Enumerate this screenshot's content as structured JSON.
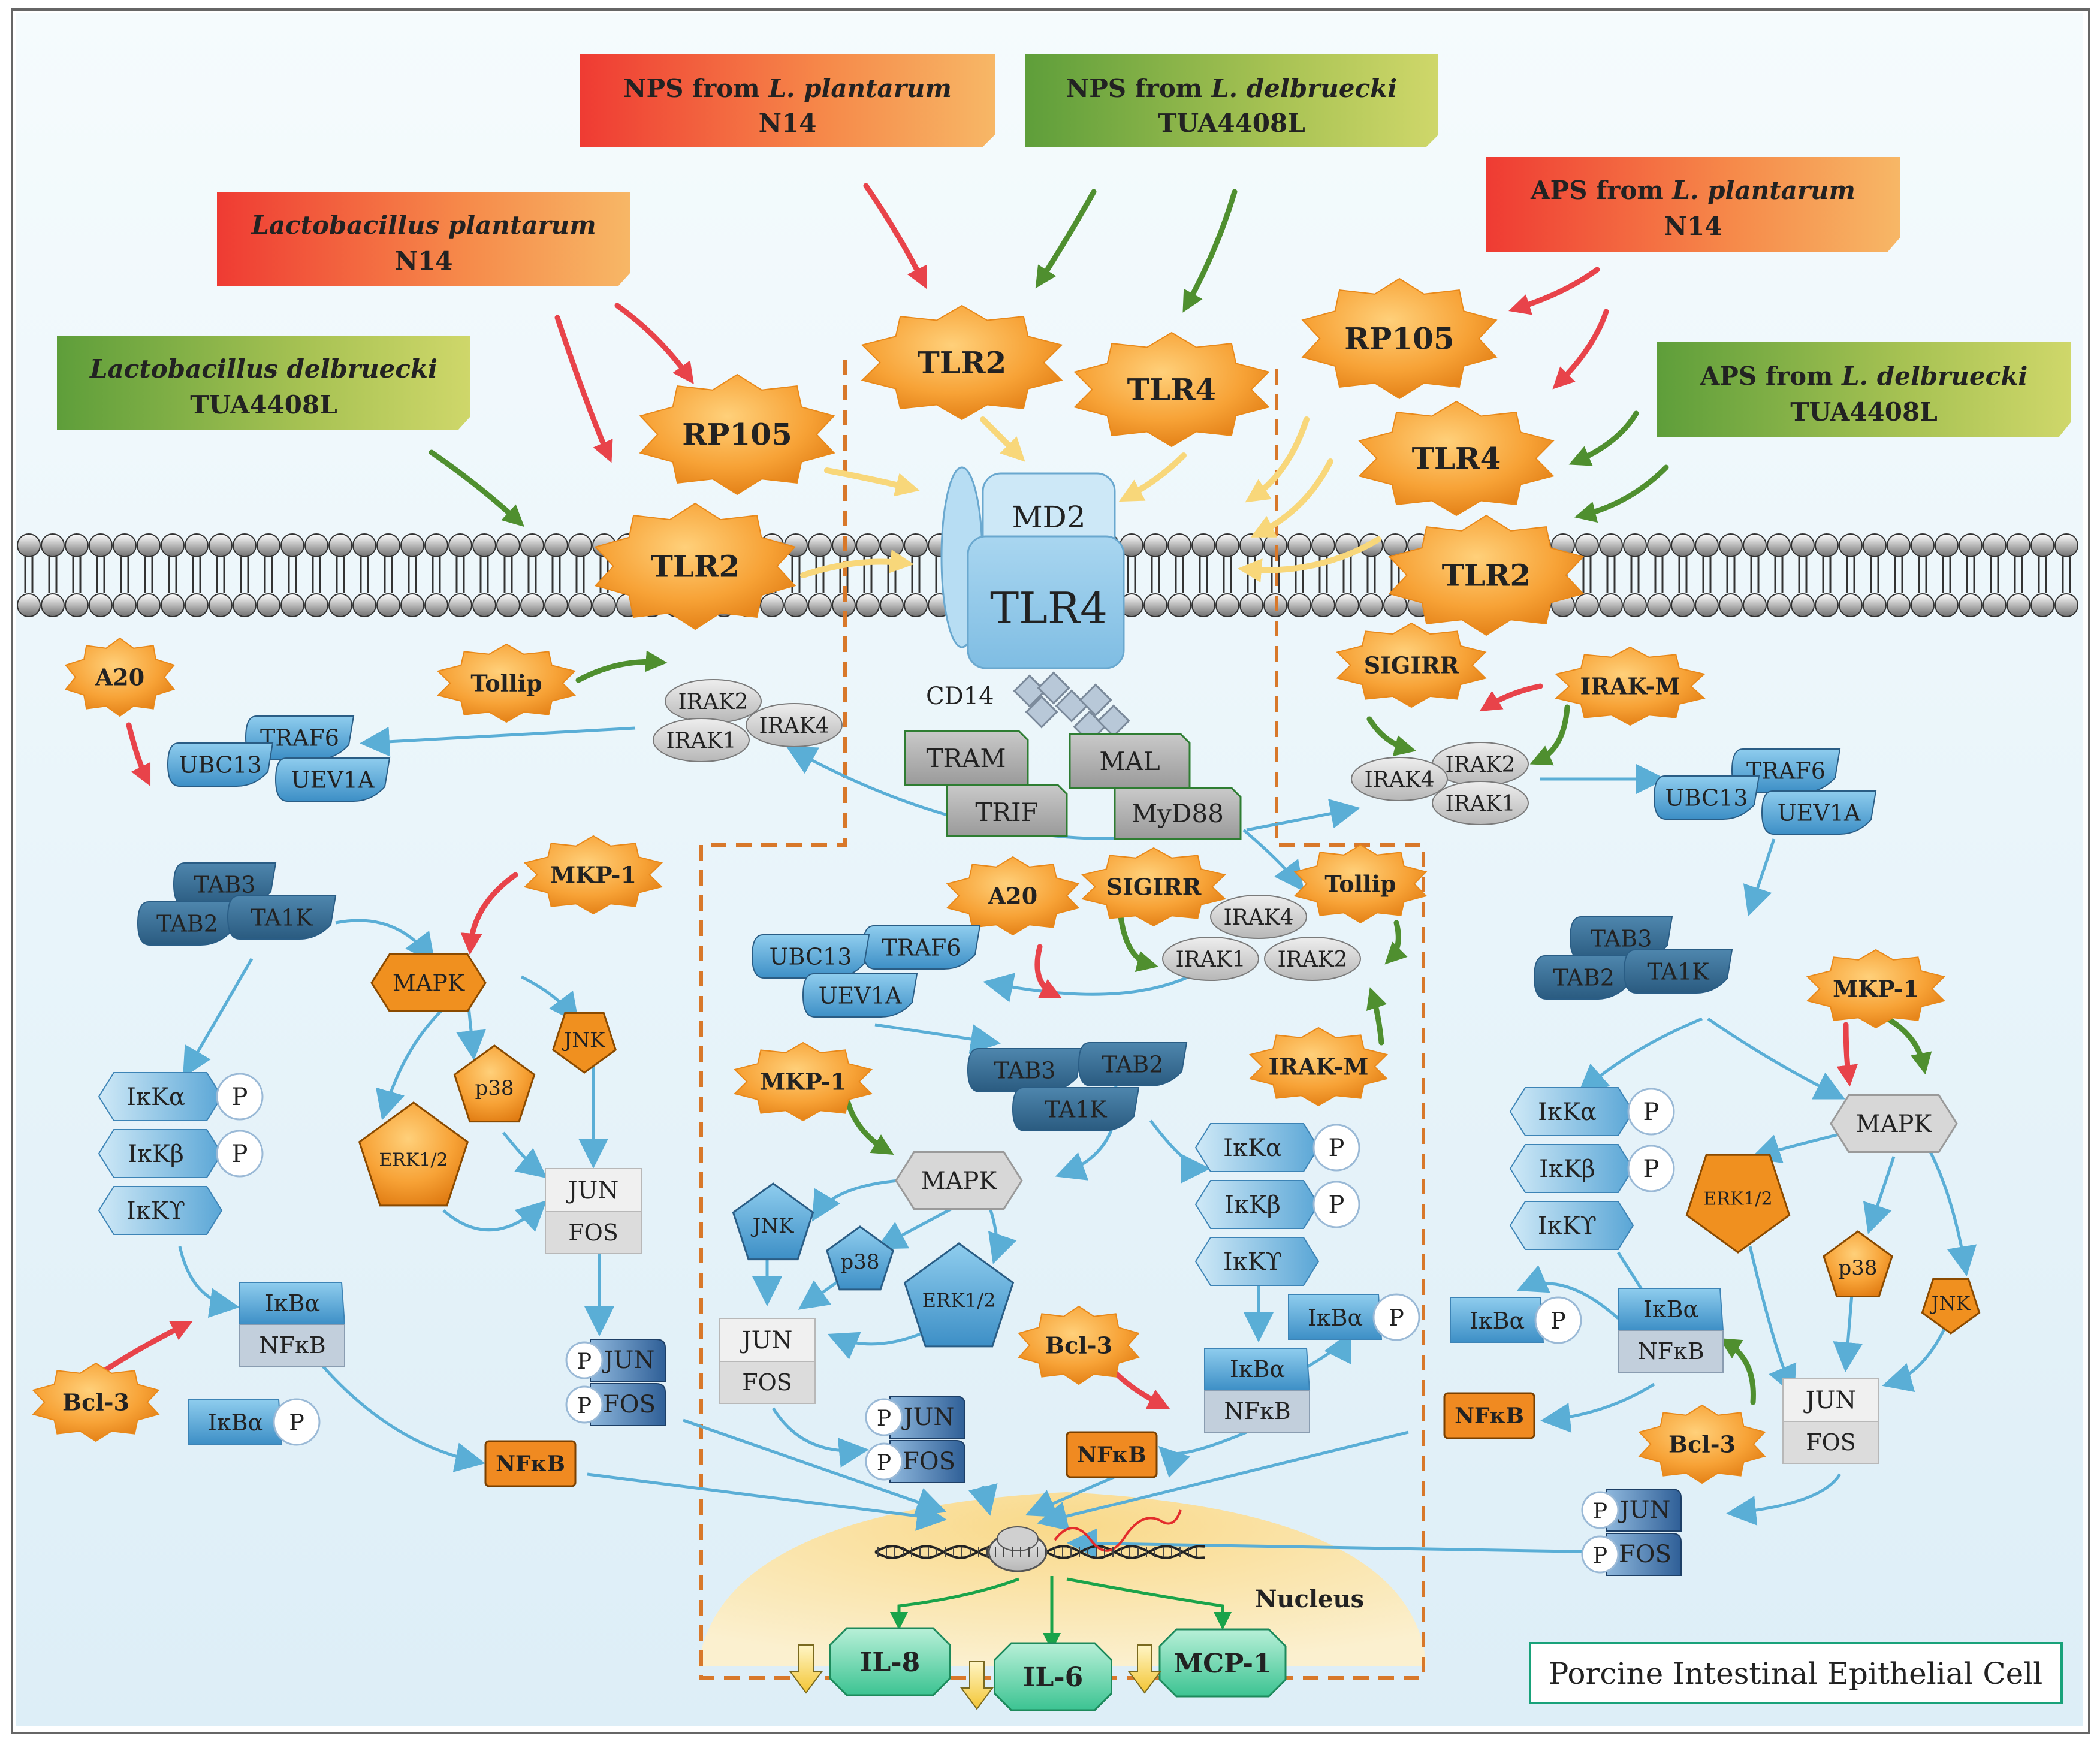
{
  "sources": {
    "nps_plantarum": {
      "line1_pre": "NPS from ",
      "line1_it": "L. plantarum",
      "line2": "N14"
    },
    "nps_delbrueckii": {
      "line1_pre": "NPS from ",
      "line1_it": "L. delbruecki",
      "line2": "TUA4408L"
    },
    "aps_plantarum": {
      "line1_pre": "APS from ",
      "line1_it": "L. plantarum",
      "line2": "N14"
    },
    "aps_delbrueckii": {
      "line1_pre": "APS from ",
      "line1_it": "L. delbruecki",
      "line2": "TUA4408L"
    },
    "lb_plantarum": {
      "line1_it": "Lactobacillus plantarum",
      "line2": "N14"
    },
    "lb_delbrueckii": {
      "line1_it": "Lactobacillus delbruecki",
      "line2": "TUA4408L"
    }
  },
  "receptors": {
    "tlr2": "TLR2",
    "tlr4": "TLR4",
    "rp105": "RP105",
    "md2": "MD2",
    "cd14": "CD14"
  },
  "adaptors": {
    "tram": "TRAM",
    "trif": "TRIF",
    "mal": "MAL",
    "myd88": "MyD88"
  },
  "regulators": {
    "a20": "A20",
    "tollip": "Tollip",
    "sigirr": "SIGIRR",
    "irakm": "IRAK-M",
    "mkp1": "MKP-1",
    "bcl3": "Bcl-3"
  },
  "irak": {
    "irak1": "IRAK1",
    "irak2": "IRAK2",
    "irak4": "IRAK4"
  },
  "complex": {
    "traf6": "TRAF6",
    "ubc13": "UBC13",
    "uev1a": "UEV1A",
    "tab3": "TAB3",
    "tab2": "TAB2",
    "ta1k": "TA1K"
  },
  "kinases": {
    "mapk": "MAPK",
    "jnk": "JNK",
    "p38": "p38",
    "erk": "ERK1/2"
  },
  "ikk": {
    "ikka": "IκKα",
    "ikkb": "IκKβ",
    "ikky": "IκKϒ",
    "p": "P"
  },
  "nfkb": {
    "ikba": "IκBα",
    "nfkb": "NFκB"
  },
  "ap1": {
    "jun": "JUN",
    "fos": "FOS"
  },
  "nucleus": {
    "label": "Nucleus"
  },
  "cytokines": {
    "il8": "IL-8",
    "il6": "IL-6",
    "mcp1": "MCP-1"
  },
  "cell_label": "Porcine Intestinal Epithelial Cell",
  "colors": {
    "red_arrow": "#e8434a",
    "green_arrow": "#4f8f2f",
    "blue_arrow": "#5aaed6",
    "yellow_arrow": "#f8d77a",
    "orange_star": "#f0901f",
    "dashed": "#d8782a"
  }
}
